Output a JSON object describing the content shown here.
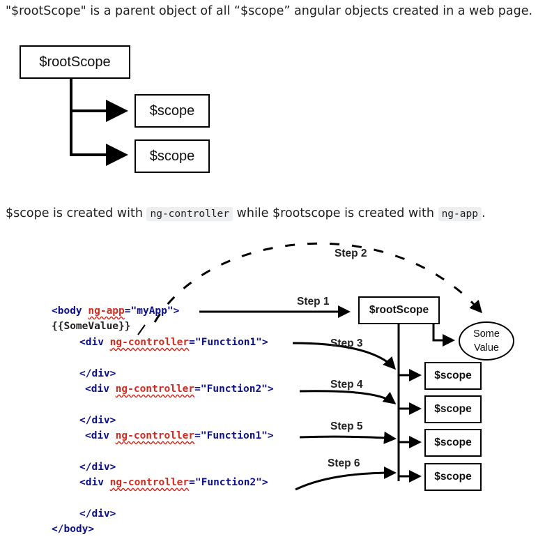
{
  "intro": {
    "sentence": "\"$rootScope\" is a parent object of all “$scope” angular objects created in a web page."
  },
  "diagram_top": {
    "root_label": "$rootScope",
    "child_labels": [
      "$scope",
      "$scope"
    ]
  },
  "creation_note": {
    "part1": "$scope is created with ",
    "code1": "ng-controller",
    "part2": " while $rootscope is created with ",
    "code2": "ng-app",
    "part3": "."
  },
  "diagram_steps": {
    "code_lines": {
      "body_open_tag": "<body ",
      "ng_app_attr": "ng-app",
      "ng_app_value": "=\"myApp\">",
      "some_value": "{{SomeValue}}",
      "div_open": "<div ",
      "ng_controller_attr": "ng-controller",
      "func1_value": "=\"Function1\">",
      "func2_value": "=\"Function2\">",
      "div_close": "</div>",
      "body_close": "</body>"
    },
    "steps": [
      "Step 1",
      "Step 2",
      "Step 3",
      "Step 4",
      "Step 5",
      "Step 6"
    ],
    "root_label": "$rootScope",
    "some_value_line1": "Some",
    "some_value_line2": "Value",
    "scope_labels": [
      "$scope",
      "$scope",
      "$scope",
      "$scope"
    ]
  }
}
